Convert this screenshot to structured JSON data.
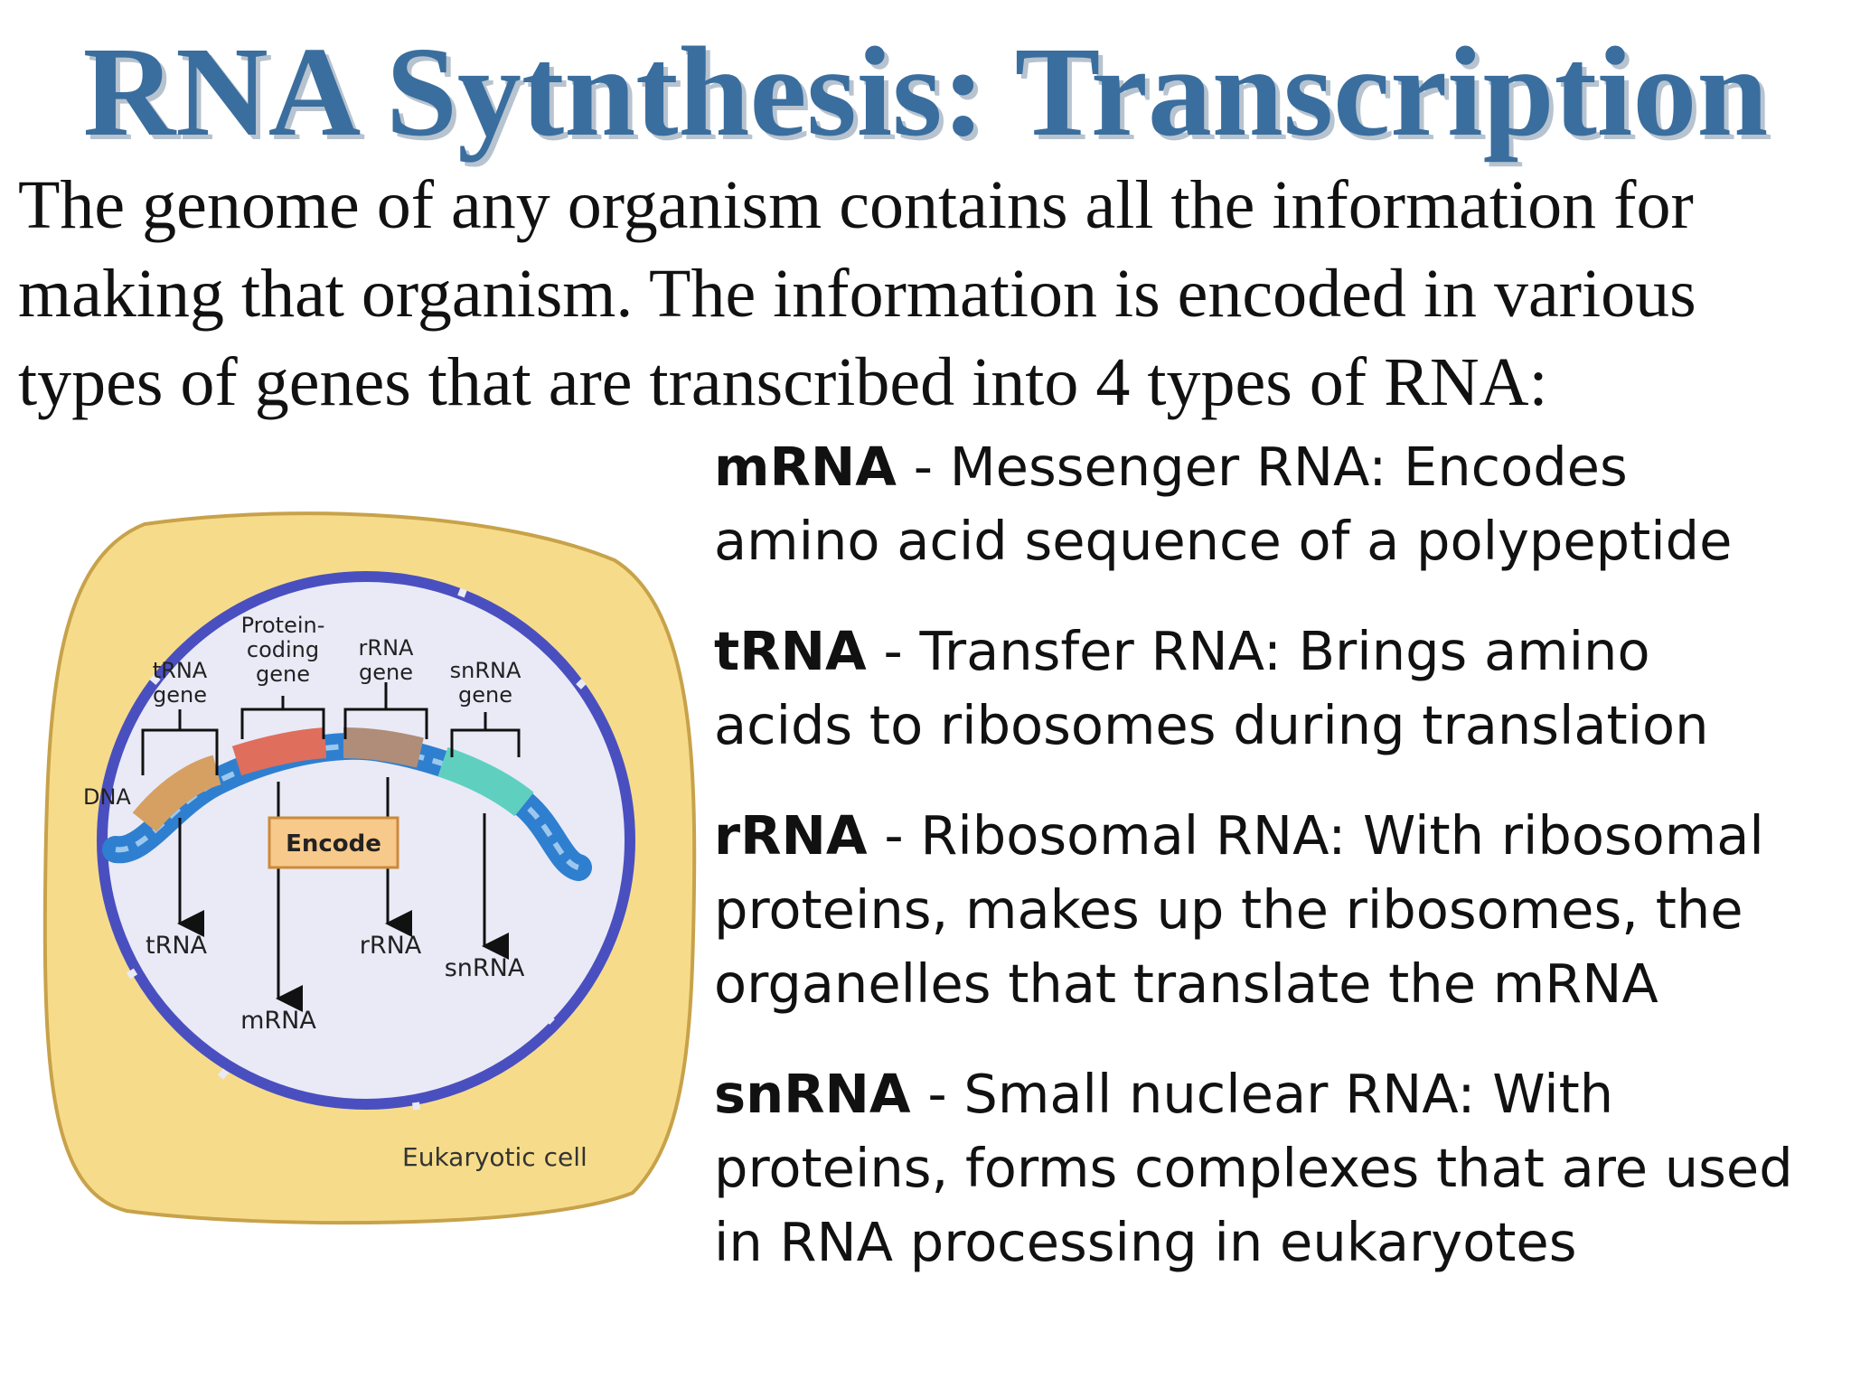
{
  "title": "RNA Sytnthesis: Transcription",
  "intro": {
    "lines": [
      "The genome of any organism contains all the information for",
      "making that organism. The information is encoded in various",
      "types of genes that are transcribed into 4 types of RNA:"
    ]
  },
  "rna_types": [
    {
      "term": "mRNA",
      "sep": " - ",
      "lines": [
        "Messenger RNA: Encodes",
        "amino acid sequence of a polypeptide"
      ]
    },
    {
      "term": "tRNA",
      "sep": " - ",
      "lines": [
        "Transfer RNA: Brings amino",
        "acids to ribosomes during translation"
      ]
    },
    {
      "term": "rRNA",
      "sep": " - ",
      "lines": [
        "Ribosomal RNA: With ribosomal",
        "proteins, makes up the ribosomes, the",
        "organelles that translate the mRNA"
      ]
    },
    {
      "term": "snRNA",
      "sep": " - ",
      "lines": [
        "Small nuclear RNA: With",
        "proteins, forms complexes that are used",
        "in RNA processing in eukaryotes"
      ]
    }
  ],
  "diagram": {
    "gene_labels": {
      "trna": [
        "tRNA",
        "gene"
      ],
      "protein": [
        "Protein-",
        "coding",
        "gene"
      ],
      "rrna": [
        "rRNA",
        "gene"
      ],
      "snrna": [
        "snRNA",
        "gene"
      ]
    },
    "dna_label": "DNA",
    "encode_label": "Encode",
    "products": {
      "trna": "tRNA",
      "mrna": "mRNA",
      "rrna": "rRNA",
      "snrna": "snRNA"
    },
    "cell_label": "Eukaryotic cell",
    "colors": {
      "cell_fill": "#f6dc8a",
      "cell_border": "#c8a24a",
      "nucleus_fill": "#e9eaf6",
      "nucleus_border": "#4a4fc0",
      "encode_box": "#f7c98a",
      "dna_blue": "#2f7fd0",
      "segment_trna": "#d6a063",
      "segment_protein": "#e06e5c",
      "segment_rrna": "#b08d78",
      "segment_snrna": "#5fd0c0"
    }
  }
}
